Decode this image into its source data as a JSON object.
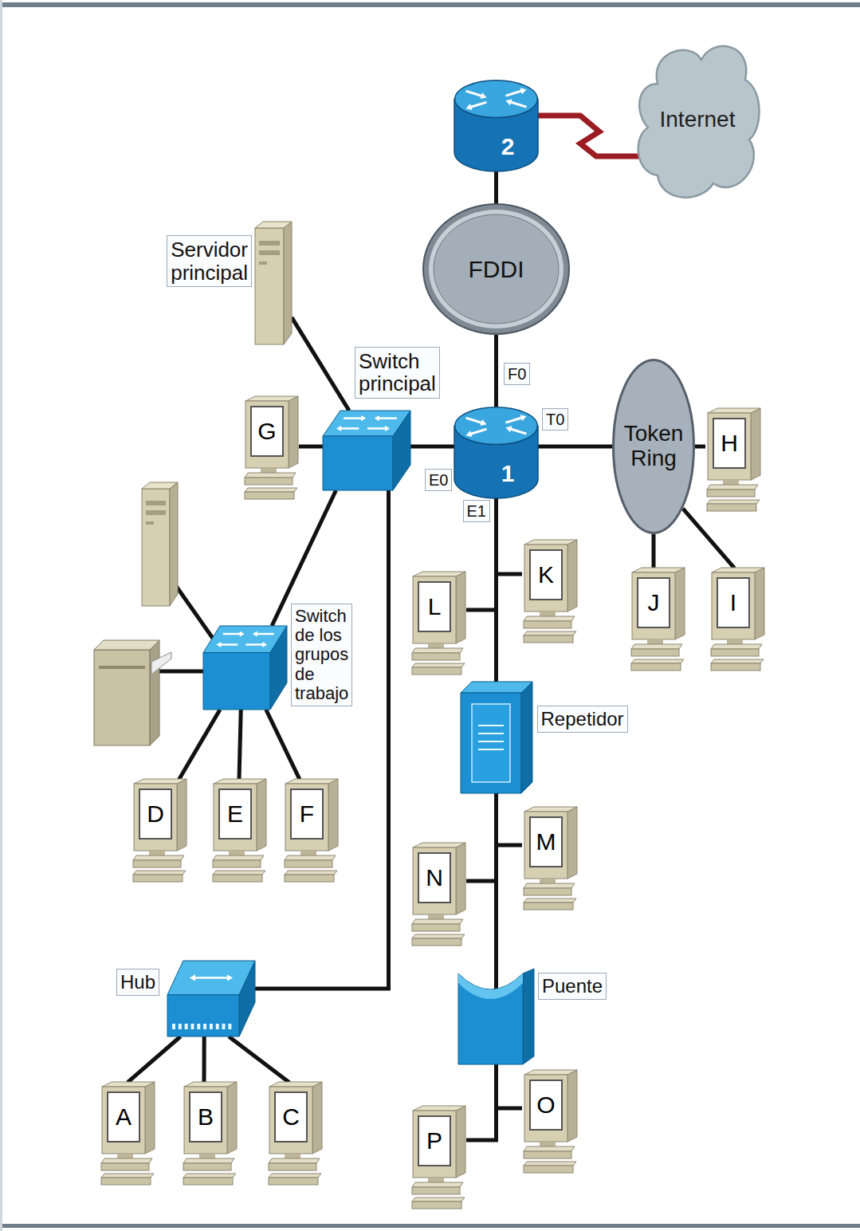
{
  "diagram": {
    "nodes": [
      {
        "text": [
          "2"
        ]
      },
      {
        "text": [
          "Internet"
        ]
      },
      {
        "text": [
          "FDDI"
        ]
      },
      {
        "text": [
          "Servidor principal"
        ]
      },
      {
        "text": [
          "Switch principal"
        ]
      },
      {
        "text": [
          "G"
        ]
      },
      {
        "text": [
          "1"
        ]
      },
      {
        "text": [
          "Token Ring"
        ]
      },
      {
        "text": [
          "H"
        ]
      },
      {
        "text": [
          "K"
        ]
      },
      {
        "text": [
          "L"
        ]
      },
      {
        "text": [
          "J"
        ]
      },
      {
        "text": [
          "I"
        ]
      },
      {
        "text": [
          "Switch de los grupos de trabajo"
        ]
      },
      {
        "text": [
          "Repetidor"
        ]
      },
      {
        "text": [
          "D"
        ]
      },
      {
        "text": [
          "E"
        ]
      },
      {
        "text": [
          "F"
        ]
      },
      {
        "text": [
          "M"
        ]
      },
      {
        "text": [
          "N"
        ]
      },
      {
        "text": [
          "Hub"
        ]
      },
      {
        "text": [
          "Puente"
        ]
      },
      {
        "text": [
          "A"
        ]
      },
      {
        "text": [
          "B"
        ]
      },
      {
        "text": [
          "C"
        ]
      },
      {
        "text": [
          "O"
        ]
      },
      {
        "text": [
          "P"
        ]
      }
    ],
    "edges": [
      {
        "from": 0,
        "to": 1,
        "arrow": "none"
      },
      {
        "from": 0,
        "to": 2,
        "arrow": "none"
      },
      {
        "from": 2,
        "to": 6,
        "arrow": "none"
      },
      {
        "from": 3,
        "to": 4,
        "arrow": "none"
      },
      {
        "from": 4,
        "to": 5,
        "arrow": "none"
      },
      {
        "from": 4,
        "to": 6,
        "arrow": "none"
      },
      {
        "from": 4,
        "to": 13,
        "arrow": "none"
      },
      {
        "from": 4,
        "to": 20,
        "arrow": "none"
      },
      {
        "from": 6,
        "to": 7,
        "arrow": "none"
      },
      {
        "from": 7,
        "to": 8,
        "arrow": "none"
      },
      {
        "from": 7,
        "to": 11,
        "arrow": "none"
      },
      {
        "from": 7,
        "to": 12,
        "arrow": "none"
      },
      {
        "from": 6,
        "to": 9,
        "arrow": "none"
      },
      {
        "from": 6,
        "to": 10,
        "arrow": "none"
      },
      {
        "from": 6,
        "to": 14,
        "arrow": "none"
      },
      {
        "from": 14,
        "to": 18,
        "arrow": "none"
      },
      {
        "from": 14,
        "to": 19,
        "arrow": "none"
      },
      {
        "from": 14,
        "to": 21,
        "arrow": "none"
      },
      {
        "from": 21,
        "to": 25,
        "arrow": "none"
      },
      {
        "from": 21,
        "to": 26,
        "arrow": "none"
      },
      {
        "from": 13,
        "to": 15,
        "arrow": "none"
      },
      {
        "from": 13,
        "to": 16,
        "arrow": "none"
      },
      {
        "from": 13,
        "to": 17,
        "arrow": "none"
      },
      {
        "from": 20,
        "to": 22,
        "arrow": "none"
      },
      {
        "from": 20,
        "to": 23,
        "arrow": "none"
      },
      {
        "from": 20,
        "to": 24,
        "arrow": "none"
      }
    ],
    "labels": [
      "F0",
      "T0",
      "E0",
      "E1"
    ]
  }
}
